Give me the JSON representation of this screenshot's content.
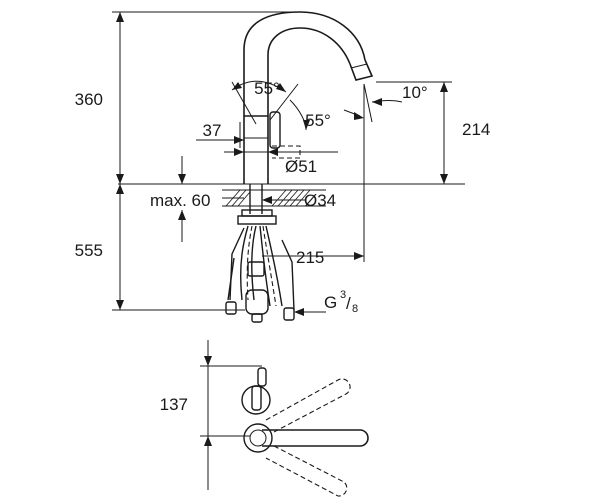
{
  "dimensions": {
    "height_above": "360",
    "height_below": "555",
    "spout_height": "214",
    "spout_angle": "10°",
    "lever_angle_top": "55°",
    "lever_angle_side": "55°",
    "lever_offset": "37",
    "body_diameter": "Ø51",
    "counter_thickness": "max. 60",
    "hole_diameter": "Ø34",
    "hose_reach": "215",
    "thread": "G",
    "thread_fraction_num": "3",
    "thread_fraction_den": "8",
    "plan_offset": "137"
  }
}
